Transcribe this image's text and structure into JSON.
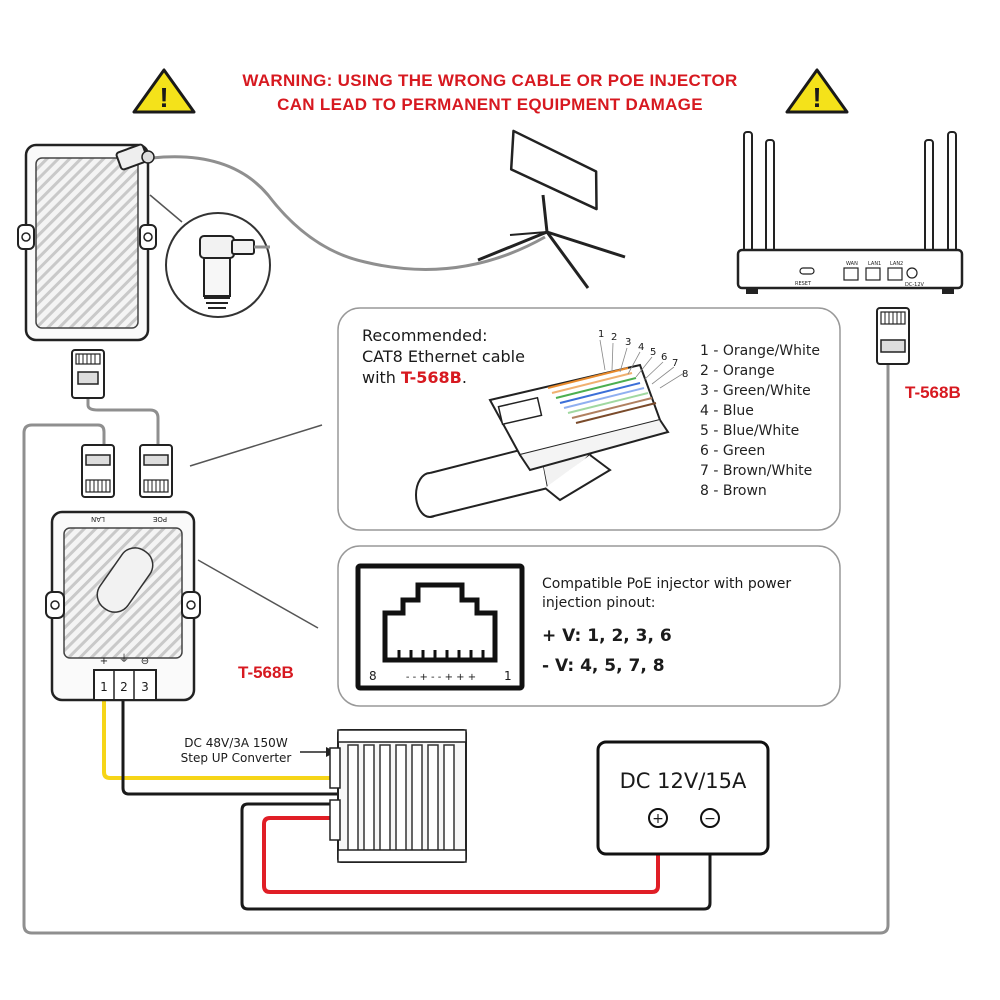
{
  "warning": {
    "line1": "WARNING: USING THE WRONG CABLE OR POE INJECTOR",
    "line2": "CAN LEAD TO PERMANENT EQUIPMENT DAMAGE",
    "icon_glyph": "!"
  },
  "colors": {
    "warning_red": "#d71920",
    "triangle_yellow": "#f4e21a",
    "wire_yellow": "#f6d518",
    "wire_red": "#e01e26",
    "wire_black": "#1a1a1a",
    "wire_gray": "#8f8f8f",
    "panel_border": "#999999"
  },
  "cable_panel": {
    "title_line1": "Recommended:",
    "title_line2": "CAT8 Ethernet cable",
    "title_line3_prefix": "with ",
    "title_line3_std": "T-568B",
    "title_line3_suffix": ".",
    "plug_pin_numbers": [
      "1",
      "2",
      "3",
      "4",
      "5",
      "6",
      "7",
      "8"
    ],
    "pinout": [
      "1 - Orange/White",
      "2 - Orange",
      "3 - Green/White",
      "4 - Blue",
      "5 - Blue/White",
      "6 - Green",
      "7 - Brown/White",
      "8 - Brown"
    ]
  },
  "poe_panel": {
    "desc_line1": "Compatible PoE injector with power",
    "desc_line2": "injection pinout:",
    "pos_line": "+ V: 1, 2, 3, 6",
    "neg_line": "- V: 4, 5, 7, 8",
    "jack_pin_left": "8",
    "jack_pin_right": "1",
    "jack_polarity": "- - + - - + + +"
  },
  "labels": {
    "t568b_left": "T-568B",
    "t568b_right": "T-568B",
    "poe_injector_port_poe": "POE",
    "poe_injector_port_lan": "LAN",
    "terminals": [
      "1",
      "2",
      "3"
    ],
    "terminal_symbols": [
      "+",
      "⏚",
      "⊖"
    ],
    "converter_line1": "DC 48V/3A 150W",
    "converter_line2": "Step UP Converter",
    "psu_label": "DC 12V/15A",
    "psu_plus": "+",
    "psu_minus": "−",
    "router_ports": [
      "RESET",
      "WAN",
      "LAN1",
      "LAN2",
      "DC-12V"
    ]
  }
}
